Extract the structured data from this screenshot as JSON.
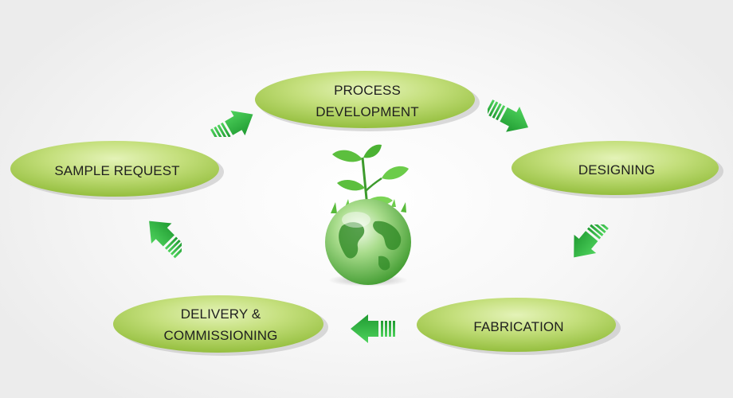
{
  "stages": [
    {
      "id": "process-development",
      "label": "PROCESS\nDEVELOPMENT"
    },
    {
      "id": "designing",
      "label": "DESIGNING"
    },
    {
      "id": "fabrication",
      "label": "FABRICATION"
    },
    {
      "id": "delivery-commissioning",
      "label": "DELIVERY &\nCOMMISSIONING"
    },
    {
      "id": "sample-request",
      "label": "SAMPLE REQUEST"
    }
  ],
  "colors": {
    "oval_light": "#d8ecaa",
    "oval_mid": "#b6d764",
    "oval_dark": "#8fbc38",
    "arrow": "#2dbb3f",
    "arrow_dark": "#1f9a31",
    "text": "#1f1f1f"
  },
  "center_graphic": {
    "icon": "globe-with-sprout-icon"
  }
}
